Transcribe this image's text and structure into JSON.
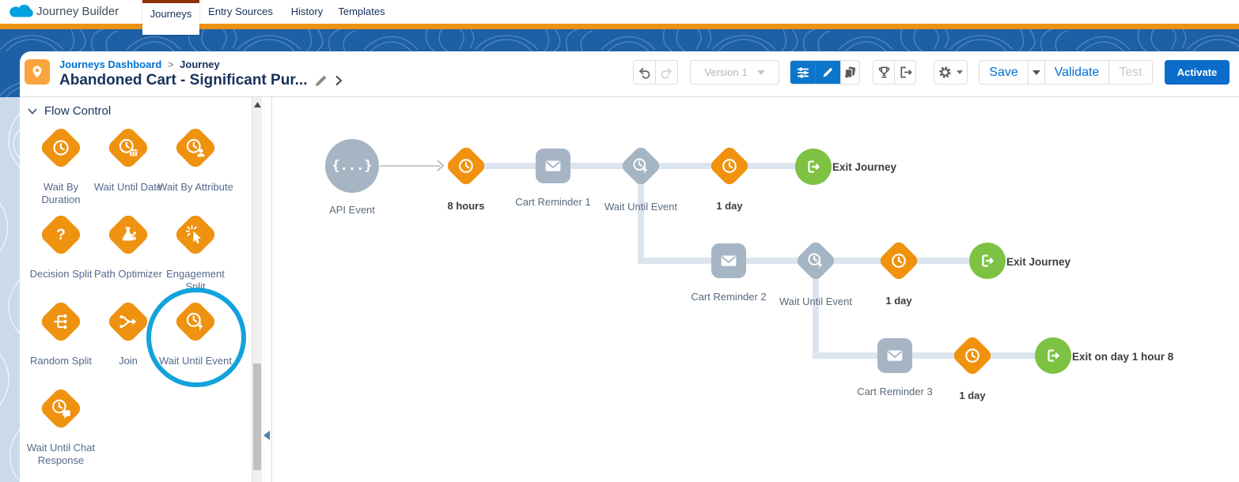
{
  "nav": {
    "app_title": "Journey Builder",
    "tabs": [
      {
        "label": "Journeys",
        "active": true
      },
      {
        "label": "Entry Sources",
        "active": false
      },
      {
        "label": "History",
        "active": false
      },
      {
        "label": "Templates",
        "active": false
      }
    ]
  },
  "header": {
    "breadcrumb_parent": "Journeys Dashboard",
    "breadcrumb_separator": ">",
    "breadcrumb_current": "Journey",
    "title": "Abandoned Cart - Significant Pur..."
  },
  "toolbar": {
    "version_label": "Version 1",
    "save_label": "Save",
    "validate_label": "Validate",
    "test_label": "Test",
    "activate_label": "Activate",
    "icons": [
      "undo-icon",
      "redo-icon",
      "filter-sliders-icon",
      "pencil-icon",
      "copy-icon",
      "trophy-icon",
      "exit-criteria-icon",
      "gear-icon"
    ]
  },
  "sidebar": {
    "section_title": "Flow Control",
    "items": [
      {
        "label": "Wait By Duration"
      },
      {
        "label": "Wait Until Date"
      },
      {
        "label": "Wait By Attribute"
      },
      {
        "label": "Decision Split"
      },
      {
        "label": "Path Optimizer"
      },
      {
        "label": "Engagement Split"
      },
      {
        "label": "Random Split"
      },
      {
        "label": "Join"
      },
      {
        "label": "Wait Until Event",
        "highlighted": true
      },
      {
        "label": "Wait Until Chat Response"
      }
    ]
  },
  "canvas": {
    "entry": {
      "label": "API Event"
    },
    "wait8": {
      "label": "8 hours"
    },
    "cr1": {
      "label": "Cart Reminder 1"
    },
    "wue1": {
      "label": "Wait Until Event"
    },
    "d1a": {
      "label": "1 day"
    },
    "exit1": {
      "label": "Exit Journey"
    },
    "cr2": {
      "label": "Cart Reminder 2"
    },
    "wue2": {
      "label": "Wait Until Event"
    },
    "d1b": {
      "label": "1 day"
    },
    "exit2": {
      "label": "Exit Journey"
    },
    "cr3": {
      "label": "Cart Reminder 3"
    },
    "d1c": {
      "label": "1 day"
    },
    "exit3": {
      "label": "Exit on day 1 hour 8"
    }
  },
  "colors": {
    "accent_orange": "#ee9210",
    "node_orange": "#f0920e",
    "node_gray": "#a6b5c4",
    "exit_green": "#7dc243",
    "highlight_blue": "#12a3dc",
    "primary_blue": "#0070d2",
    "band_blue": "#1d60a6",
    "title_navy": "#16325c"
  }
}
